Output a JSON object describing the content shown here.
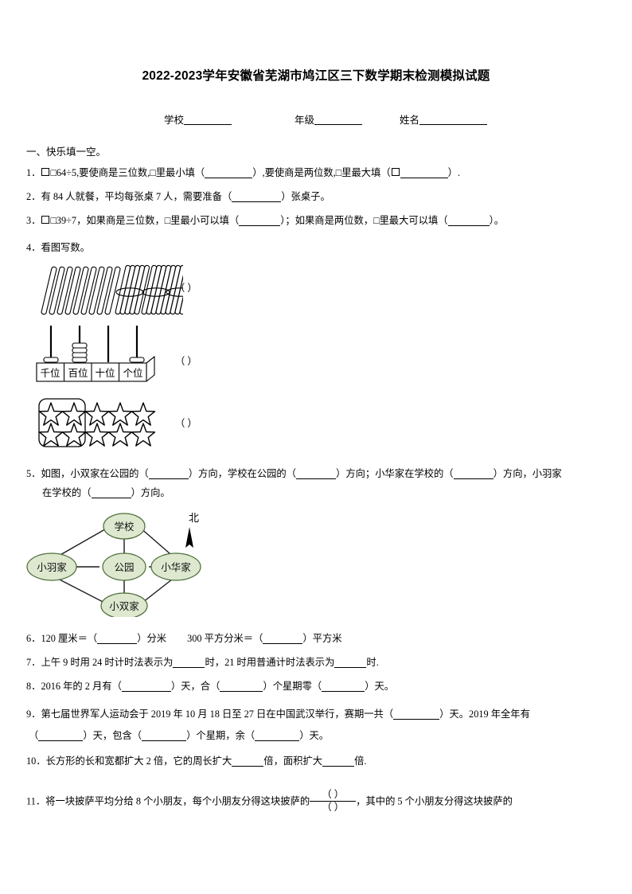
{
  "document": {
    "title": "2022-2023学年安徽省芜湖市鸠江区三下数学期末检测模拟试题",
    "header_fields": [
      {
        "label": "学校",
        "value": ""
      },
      {
        "label": "年级",
        "value": ""
      },
      {
        "label": "姓名",
        "value": ""
      }
    ],
    "section_heading": "一、快乐填一空。"
  },
  "questions": [
    {
      "number": "1．",
      "parts": [
        "□64÷5,要使商是三位数,□里最小填（",
        "）,要使商是两位数,□里最大填（",
        "）."
      ]
    },
    {
      "number": "2．",
      "parts": [
        "有 84 人就餐，平均每张桌 7 人，需要准备（",
        "）张桌子。"
      ]
    },
    {
      "number": "3．",
      "parts": [
        "□39÷7，如果商是三位数，□里最小可以填（",
        "）；如果商是两位数，□里最大可以填（",
        "）。"
      ]
    },
    {
      "number": "4．",
      "parts": [
        "看图写数。"
      ]
    },
    {
      "number": "5．",
      "line1": [
        "如图，小双家在公园的（",
        "）方向，学校在公园的（",
        "）方向；小华家在学校的（",
        "）方向，小羽家"
      ],
      "line2": [
        "在学校的（",
        "）方向。"
      ]
    },
    {
      "number": "6．",
      "parts": [
        "120 厘米＝（",
        "）分米",
        "300 平方分米＝（",
        "）平方米"
      ]
    },
    {
      "number": "7．",
      "parts": [
        "上午 9 时用 24 时计时法表示为",
        "时，21 时用普通计时法表示为",
        "时."
      ]
    },
    {
      "number": "8．",
      "parts": [
        "2016 年的 2 月有（",
        "）天，合（",
        "）个星期零（",
        "）天。"
      ]
    },
    {
      "number": "9．",
      "line1": [
        "第七届世界军人运动会于 2019 年 10 月 18 日至 27 日在中国武汉举行，赛期一共（",
        "）天。2019 年全年有"
      ],
      "line2": [
        "（",
        "）天，包含（",
        "）个星期，余（",
        "）天。"
      ]
    },
    {
      "number": "10．",
      "parts": [
        "长方形的长和宽都扩大 2 倍，它的周长扩大",
        "倍，面积扩大",
        "倍."
      ]
    },
    {
      "number": "11．",
      "parts": [
        "将一块披萨平均分给 8 个小朋友，每个小朋友分得这块披萨的",
        "，其中的 5 个小朋友分得这块披萨的"
      ],
      "fraction": {
        "numerator": "（    ）",
        "denominator": "（    ）"
      }
    }
  ],
  "figures": {
    "sticks": {
      "name": "counting-sticks",
      "singles": 9,
      "bundles": 3,
      "answer_blank": "（           ）"
    },
    "abacus": {
      "name": "abacus-place-value",
      "columns": [
        {
          "label": "千位",
          "beads": 1
        },
        {
          "label": "百位",
          "beads": 4
        },
        {
          "label": "十位",
          "beads": 0
        },
        {
          "label": "个位",
          "beads": 1
        }
      ],
      "answer_blank": "（           ）"
    },
    "stars": {
      "name": "star-grid",
      "rows": 2,
      "cols": 5,
      "grouped_cols": 2,
      "answer_blank": "（           ）"
    },
    "map": {
      "name": "direction-map",
      "compass_label": "北",
      "nodes": [
        {
          "id": "school",
          "label": "学校"
        },
        {
          "id": "xiaoyu",
          "label": "小羽家"
        },
        {
          "id": "park",
          "label": "公园"
        },
        {
          "id": "xiaohua",
          "label": "小华家"
        },
        {
          "id": "xiaoshuang",
          "label": "小双家"
        }
      ],
      "fill_color": "#dde8cf",
      "stroke_color": "#4a6b35"
    }
  }
}
